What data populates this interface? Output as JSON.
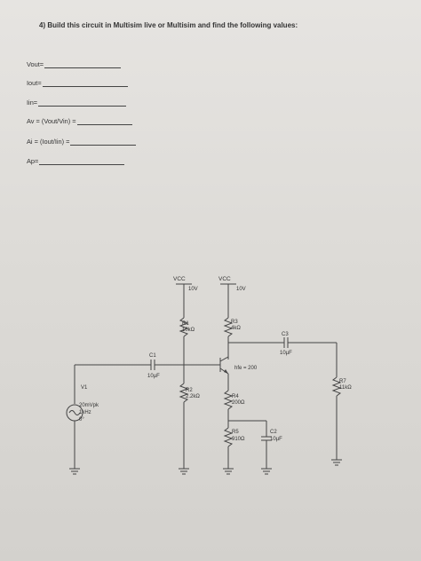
{
  "question": "4)   Build this circuit in Multisim live or Multisim and find the following values:",
  "fields": [
    {
      "label": "Vout="
    },
    {
      "label": "Iout="
    },
    {
      "label": "Iin="
    },
    {
      "label": "Av = (Vout/Vin) ="
    },
    {
      "label": "Ai = (Iout/Iin) ="
    },
    {
      "label": "Ap="
    }
  ],
  "circuit": {
    "vcc1": {
      "name": "VCC",
      "value": "10V"
    },
    "vcc2": {
      "name": "VCC",
      "value": "10V"
    },
    "r1": {
      "name": "R1",
      "value": "10kΩ"
    },
    "r2": {
      "name": "R2",
      "value": "2.2kΩ"
    },
    "r3": {
      "name": "R3",
      "value": "4kΩ"
    },
    "r4": {
      "name": "R4",
      "value": "200Ω"
    },
    "r5": {
      "name": "R5",
      "value": "910Ω"
    },
    "r7": {
      "name": "R7",
      "value": "11kΩ"
    },
    "c1": {
      "name": "C1",
      "value": "10µF"
    },
    "c2": {
      "name": "C2",
      "value": "10µF"
    },
    "c3": {
      "name": "C3",
      "value": "10µF"
    },
    "v1": {
      "name": "V1",
      "amplitude": "20mVpk",
      "frequency": "1kHz",
      "phase": "0°"
    },
    "transistor": {
      "hfe": "hfe = 200"
    }
  }
}
